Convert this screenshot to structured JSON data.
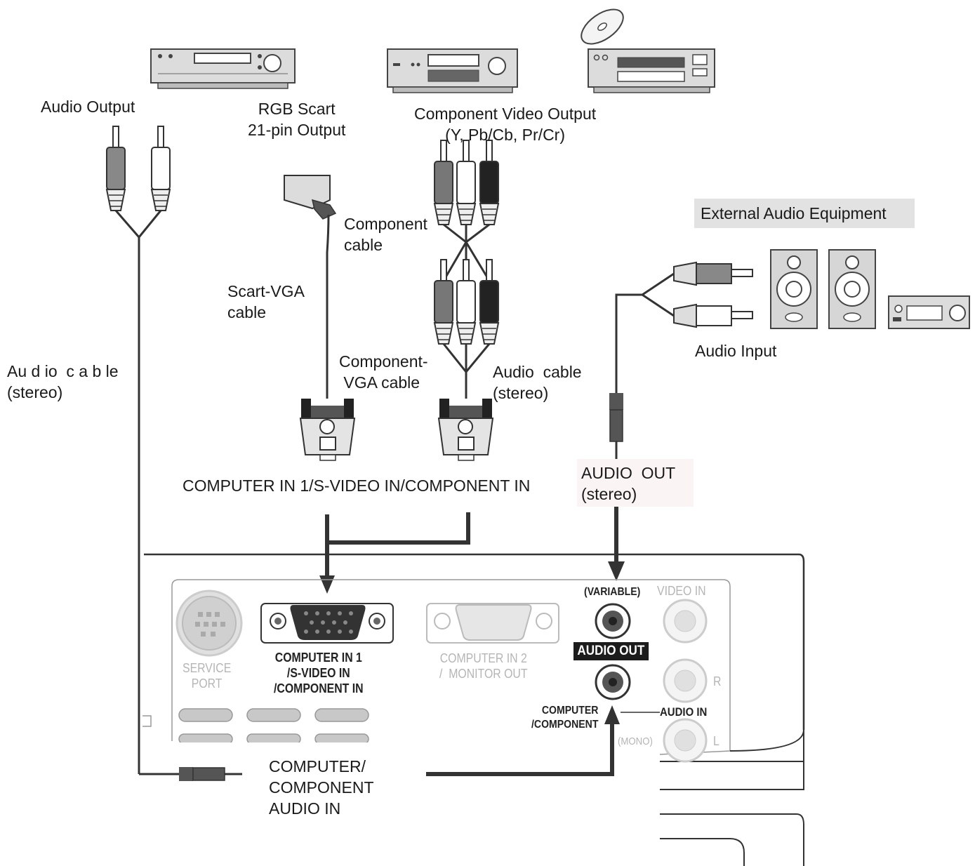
{
  "labels": {
    "audio_output": "Audio Output",
    "rgb_scart": "RGB Scart\n21-pin Output",
    "component_video_output": "Component Video Output\n(Y, Pb/Cb, Pr/Cr)",
    "external_audio_equipment": "External Audio Equipment",
    "component_cable": "Component\ncable",
    "scart_vga_cable": "Scart-VGA\ncable",
    "audio_cable_stereo_left": "Au d io  c a b le\n(stereo)",
    "component_vga_cable": "Component-\n VGA cable",
    "audio_cable_stereo_right": "Audio  cable\n(stereo)",
    "audio_input": "Audio Input",
    "computer_in_1_line": "COMPUTER IN 1/S-VIDEO IN/COMPONENT IN",
    "audio_out_stereo": "AUDIO  OUT\n(stereo)",
    "computer_component_audio_in": "COMPUTER/\nCOMPONENT\nAUDIO IN"
  },
  "panel": {
    "service_port": "SERVICE\nPORT",
    "computer_in_1": "COMPUTER IN 1\n/S-VIDEO IN\n/COMPONENT IN",
    "computer_in_2": "COMPUTER IN 2\n/  MONITOR OUT",
    "variable": "(VARIABLE)",
    "video_in": "VIDEO IN",
    "audio_out_badge": "AUDIO OUT",
    "computer_component": "COMPUTER\n/COMPONENT",
    "audio_in": "AUDIO IN",
    "r": "R",
    "l": "L",
    "mono": "(MONO)"
  },
  "colors": {
    "line": "#333333",
    "device": "#dcdcdc",
    "device_stroke": "#444444",
    "dim_text": "#b5b5b5",
    "badge": "#1c1c1c",
    "box_gray": "#e2e2e2"
  },
  "icons": [
    "vcr-icon",
    "dvd-player-icon",
    "cd-player-icon",
    "disc-icon",
    "speaker-icon",
    "amplifier-icon",
    "rca-plug-icon",
    "scart-plug-icon",
    "vga-plug-icon",
    "mini-jack-icon",
    "arrow-down-icon",
    "arrow-up-icon"
  ]
}
